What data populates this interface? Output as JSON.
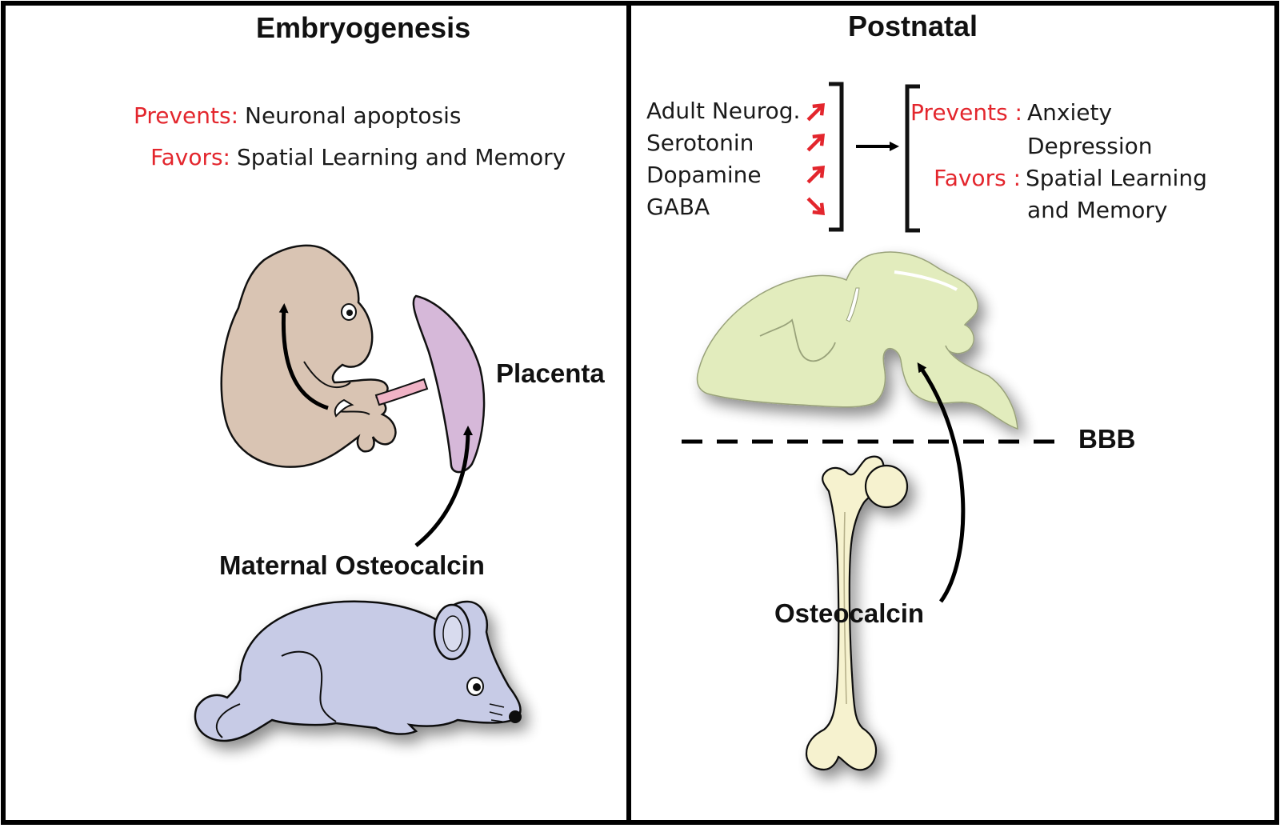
{
  "panels": {
    "left": {
      "title": "Embryogenesis",
      "effects": [
        {
          "key": "Prevents:",
          "value": "Neuronal apoptosis"
        },
        {
          "key": "Favors:",
          "value": "Spatial Learning and Memory"
        }
      ],
      "labels": {
        "placenta": "Placenta",
        "maternal_osteocalcin": "Maternal Osteocalcin"
      }
    },
    "right": {
      "title": "Postnatal",
      "factors": [
        "Adult Neurog.",
        "Serotonin",
        "Dopamine",
        "GABA"
      ],
      "effects": {
        "prevents_key": "Prevents :",
        "prevents_values": [
          "Anxiety",
          "Depression"
        ],
        "favors_key": "Favors :",
        "favors_values": [
          "Spatial Learning",
          "and Memory"
        ]
      },
      "labels": {
        "bbb": "BBB",
        "osteocalcin": "Osteocalcin"
      }
    }
  },
  "colors": {
    "accent_red": "#e3262d",
    "embryo": "#d9c4b3",
    "placenta": "#d6b8d9",
    "mouse": "#c7cbe6",
    "brain": "#e2ecbd",
    "bone": "#f6f2cf"
  },
  "icons": {
    "up_arrow": "red-up-arrow-icon",
    "down_arrow": "red-down-arrow-icon",
    "embryo": "embryo-illustration",
    "mouse": "mouse-illustration",
    "brain": "brain-illustration",
    "bone": "femur-illustration"
  }
}
